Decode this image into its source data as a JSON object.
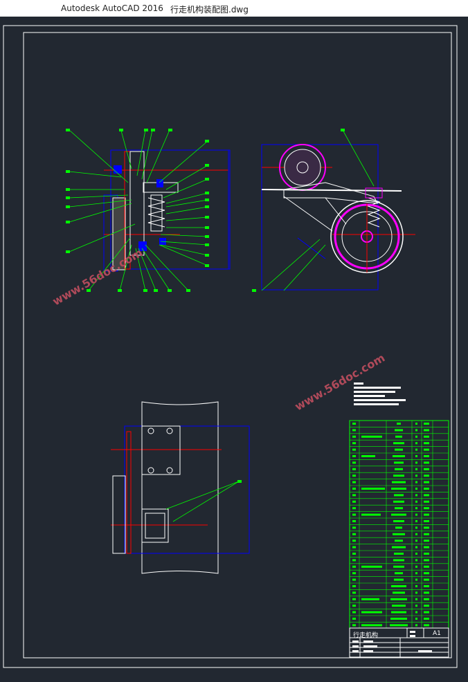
{
  "window": {
    "app_title": "Autodesk AutoCAD 2016",
    "file_title": "行走机构装配图.dwg"
  },
  "drawing": {
    "title_block_name": "行走机构",
    "sheet_size": "A1",
    "watermark_text": "www.56doc.com",
    "colors": {
      "background": "#222831",
      "frame": "#ffffff",
      "leader": "#00ff00",
      "outline": "#0000ff",
      "centerline": "#ff0000",
      "parts": "#ffffff",
      "wheel_accent": "#ff00ff",
      "spring": "#ffffff",
      "table": "#00ff00",
      "watermark": "#b04a5a"
    }
  }
}
